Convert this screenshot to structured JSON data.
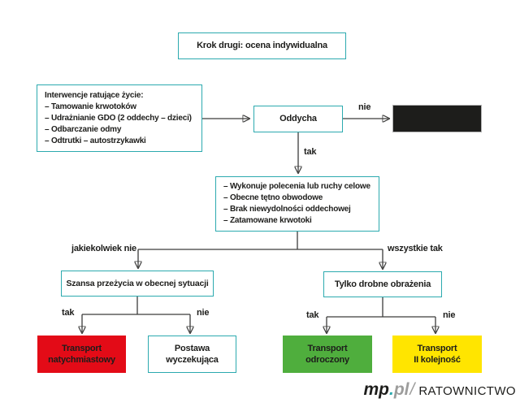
{
  "colors": {
    "teal_border": "#2caaaf",
    "red": "#e30b17",
    "green": "#4fae3d",
    "yellow": "#ffe500",
    "black_box": "#1d1d1b",
    "arrow": "#3c3c3b"
  },
  "flowchart": {
    "title": "Krok drugi: ocena indywidualna",
    "interventions": {
      "heading": "Interwencje ratujące życie:",
      "items": [
        "– Tamowanie krwotoków",
        "– Udrażnianie GDO (2 oddechy – dzieci)",
        "– Odbarczanie odmy",
        "– Odtrutki – autostrzykawki"
      ]
    },
    "breathing": "Oddycha",
    "criteria": {
      "items": [
        "– Wykonuje polecenia lub ruchy celowe",
        "– Obecne tętno obwodowe",
        "– Brak niewydolności oddechowej",
        "– Zatamowane krwotoki"
      ]
    },
    "survival_chance": "Szansa przeżycia w obecnej sytuacji",
    "minor_injuries": "Tylko drobne obrażenia",
    "outcomes": {
      "immediate": {
        "lines": [
          "Transport",
          "natychmiastowy"
        ],
        "color": "#e30b17"
      },
      "expectant": {
        "lines": [
          "Postawa",
          "wyczekująca"
        ]
      },
      "delayed": {
        "lines": [
          "Transport",
          "odroczony"
        ],
        "color": "#4fae3d"
      },
      "second_priority": {
        "lines": [
          "Transport",
          "II kolejność"
        ],
        "color": "#ffe500"
      }
    },
    "edge_labels": {
      "breathing_no": "nie",
      "breathing_yes": "tak",
      "any_no": "jakiekolwiek nie",
      "all_yes": "wszystkie tak",
      "survival_yes": "tak",
      "survival_no": "nie",
      "minor_yes": "tak",
      "minor_no": "nie"
    }
  },
  "branding": {
    "mp": "mp",
    "dot": ".",
    "pl": "pl",
    "slash": "/",
    "name": "RATOWNICTWO"
  }
}
